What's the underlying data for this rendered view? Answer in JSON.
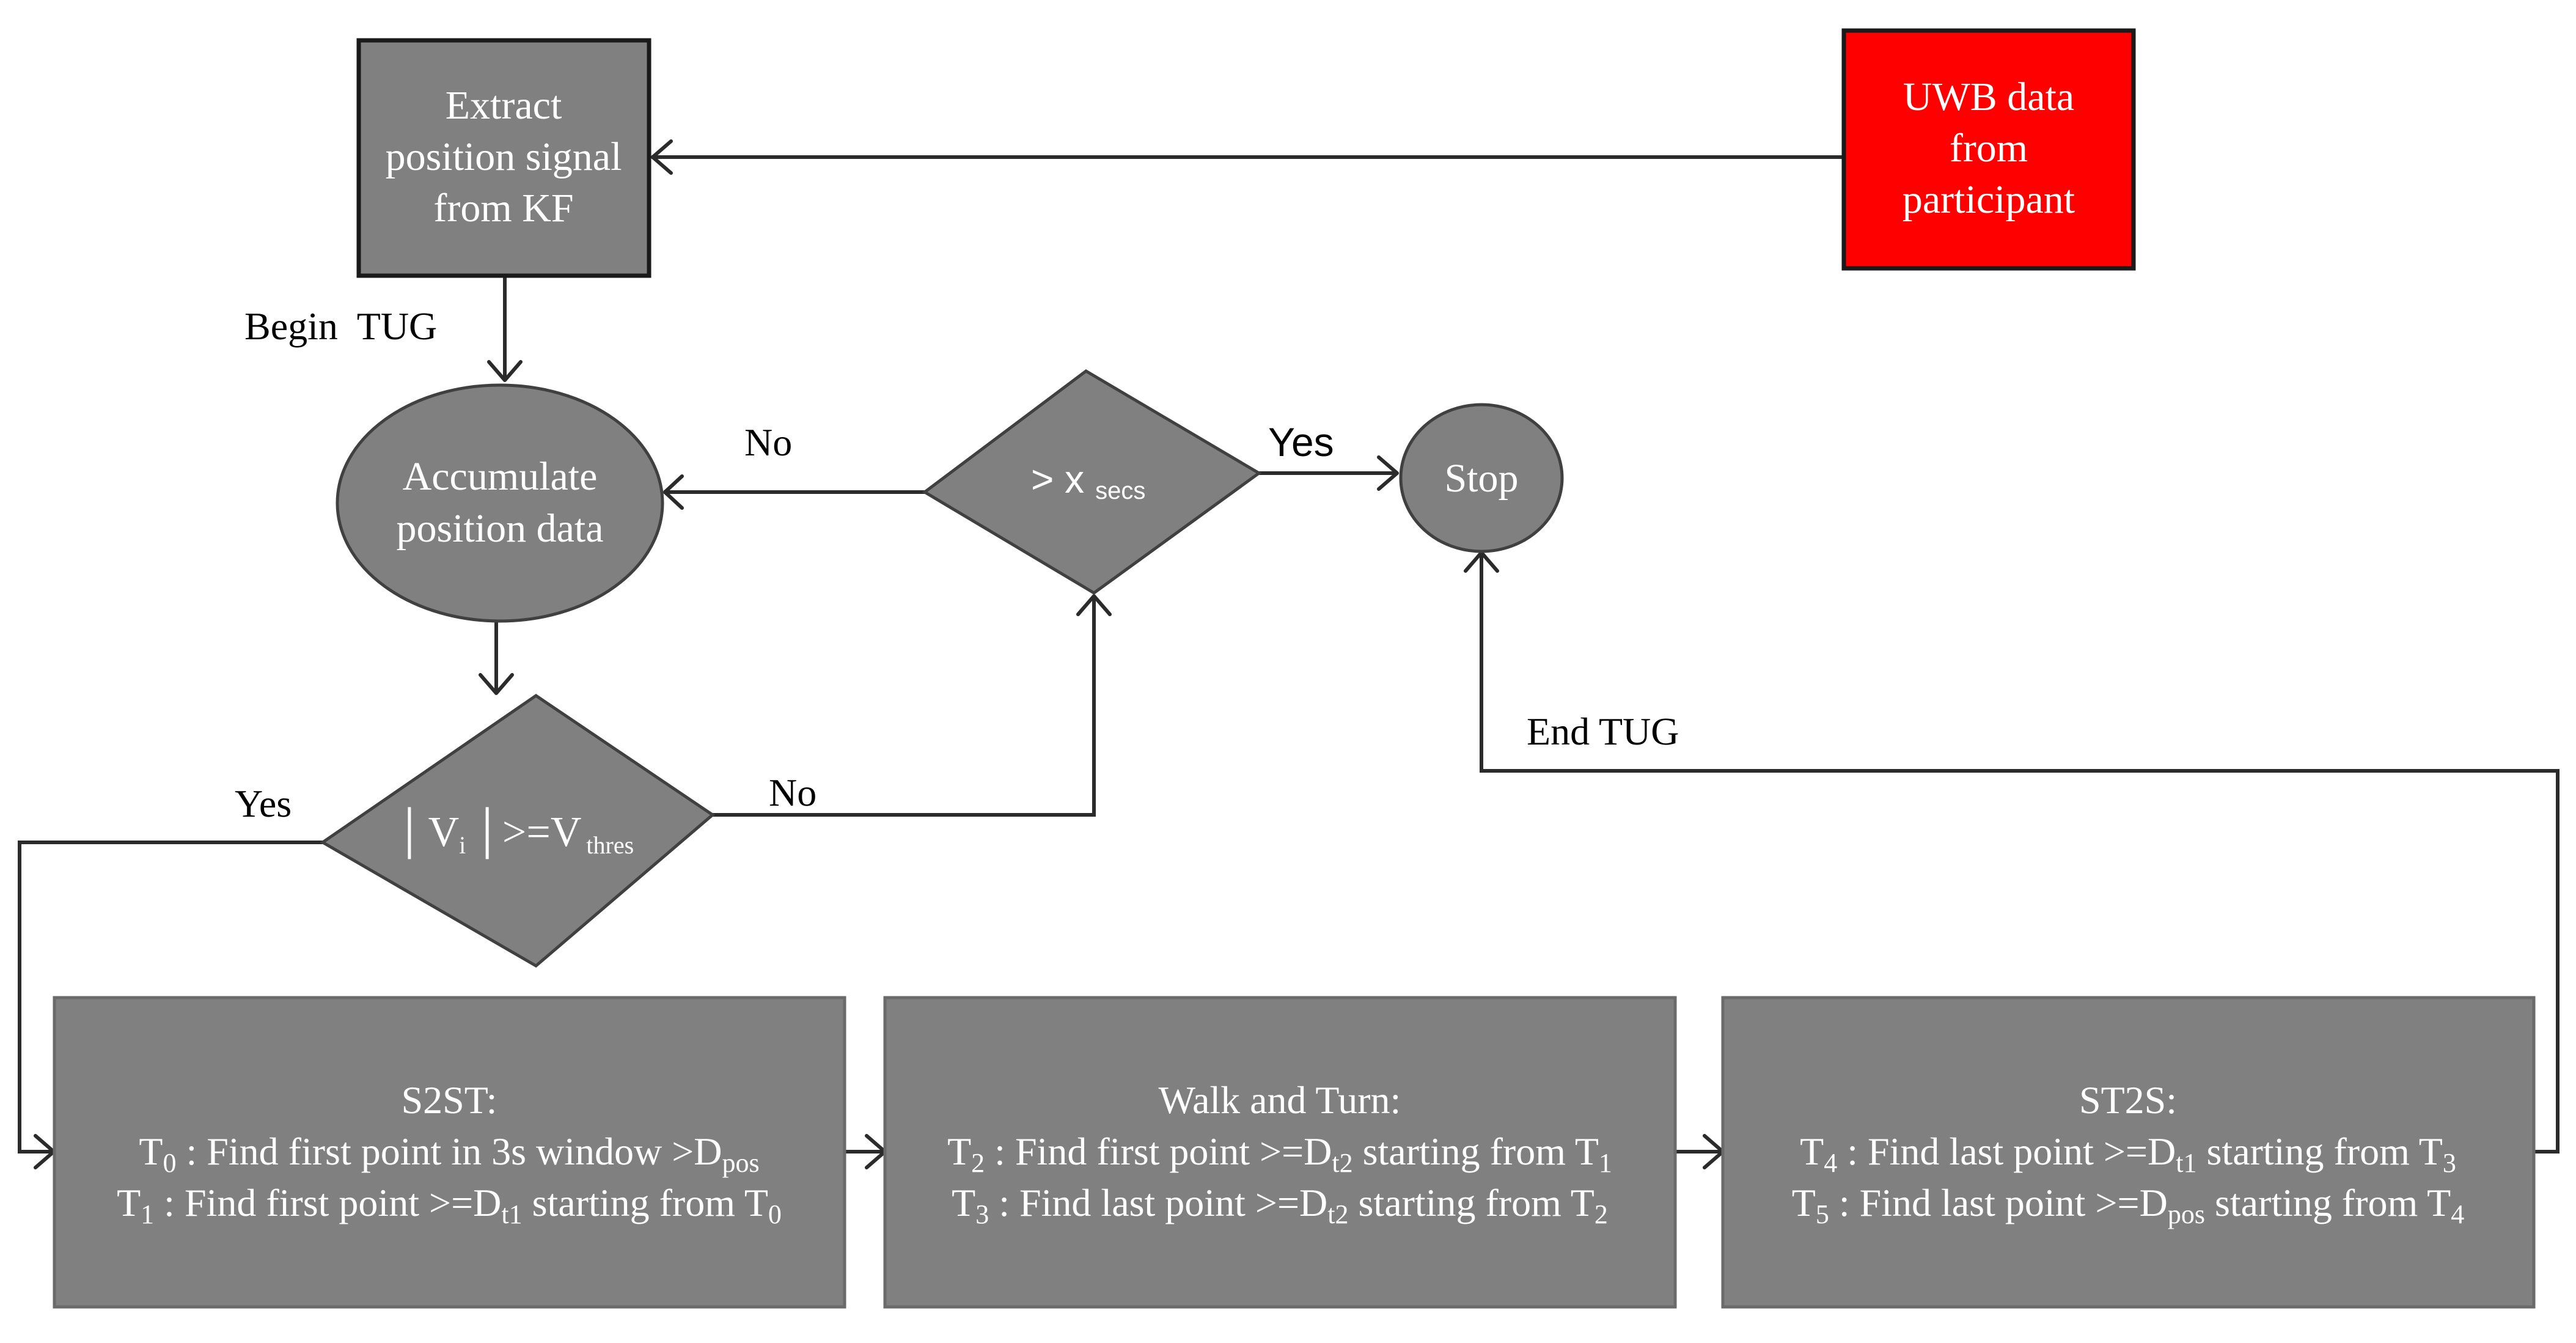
{
  "nodes": {
    "extract": {
      "lines": [
        "Extract",
        "position signal",
        "from KF"
      ]
    },
    "uwb": {
      "lines": [
        "UWB data",
        "from",
        "participant"
      ],
      "fill": "#ff0000"
    },
    "accumulate": {
      "lines": [
        "Accumulate",
        "position data"
      ]
    },
    "timeout": {
      "main": "> x",
      "sub": "secs"
    },
    "stop": {
      "label": "Stop"
    },
    "velocity": {
      "bar": "│",
      "v": "V",
      "i": "i",
      "middle": "│>=V",
      "thres": "thres"
    },
    "s2st": {
      "title": "S2ST:",
      "line1": {
        "t": "T",
        "ts": "0",
        "text": " : Find first point in 3s window >D",
        "ds": "pos"
      },
      "line2": {
        "t": "T",
        "ts": "1",
        "text": " : Find first point >=D",
        "ds": "t1",
        "tail": " starting from T",
        "tail_sub": "0"
      }
    },
    "walk": {
      "title": "Walk and Turn:",
      "line1": {
        "t": "T",
        "ts": "2",
        "text": " : Find first point >=D",
        "ds": "t2",
        "tail": " starting from T",
        "tail_sub": "1"
      },
      "line2": {
        "t": "T",
        "ts": "3",
        "text": " : Find last point >=D",
        "ds": "t2",
        "tail": " starting from T",
        "tail_sub": "2"
      }
    },
    "st2s": {
      "title": "ST2S:",
      "line1": {
        "t": "T",
        "ts": "4",
        "text": " : Find last point >=D",
        "ds": "t1",
        "tail": " starting from T",
        "tail_sub": "3"
      },
      "line2": {
        "t": "T",
        "ts": "5",
        "text": " : Find last point >=D",
        "ds": "pos",
        "tail": " starting from T",
        "tail_sub": "4"
      }
    }
  },
  "edge_labels": {
    "begin_tug": "Begin  TUG",
    "no_top": "No",
    "yes_top": "Yes",
    "end_tug": "End TUG",
    "yes_left": "Yes",
    "no_bottom": "No"
  },
  "colors": {
    "node_fill": "#808080",
    "source_fill": "#ff0000",
    "edge": "#2b2b2b",
    "text_on_node": "#ffffff"
  }
}
